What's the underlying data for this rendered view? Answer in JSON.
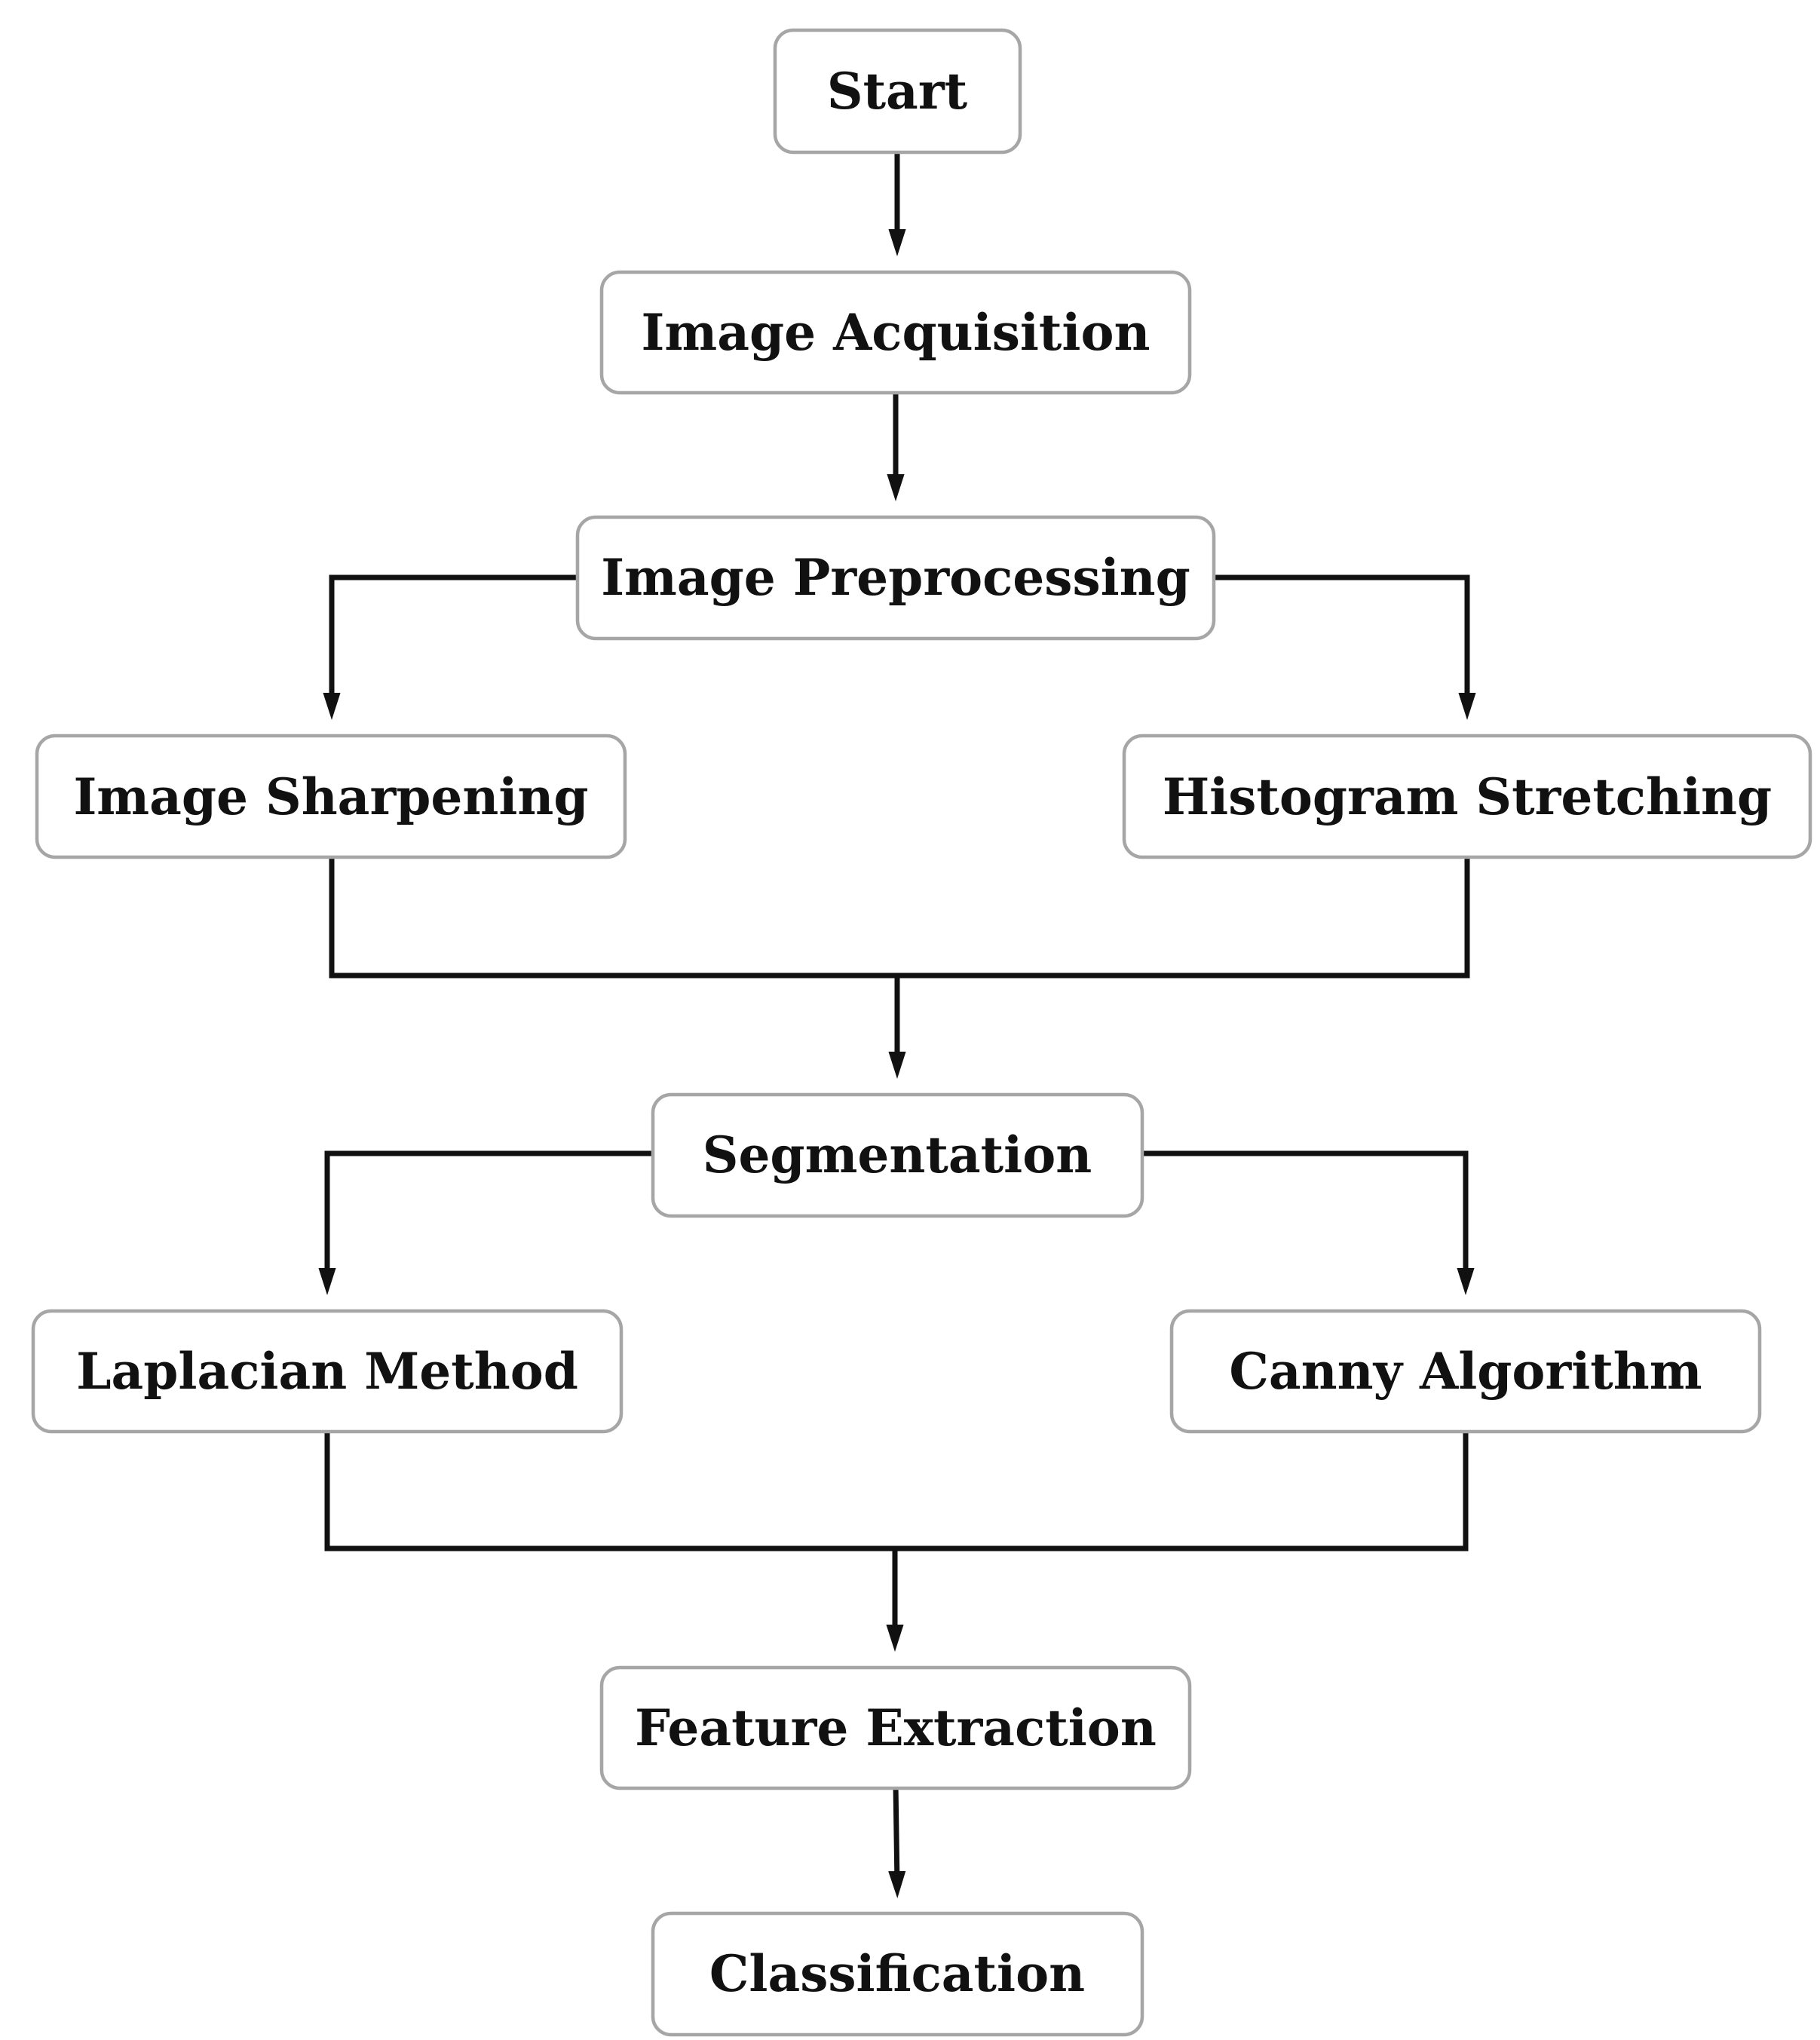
{
  "diagram": {
    "nodes": [
      {
        "id": "start",
        "label": "Start"
      },
      {
        "id": "image-acquisition",
        "label": "Image Acquisition"
      },
      {
        "id": "image-preprocessing",
        "label": "Image Preprocessing"
      },
      {
        "id": "image-sharpening",
        "label": "Image Sharpening"
      },
      {
        "id": "histogram-stretching",
        "label": "Histogram Stretching"
      },
      {
        "id": "segmentation",
        "label": "Segmentation"
      },
      {
        "id": "laplacian-method",
        "label": "Laplacian Method"
      },
      {
        "id": "canny-algorithm",
        "label": "Canny Algorithm"
      },
      {
        "id": "feature-extraction",
        "label": "Feature Extraction"
      },
      {
        "id": "classification",
        "label": "Classification"
      }
    ],
    "edges": [
      {
        "from": "start",
        "to": "image-acquisition"
      },
      {
        "from": "image-acquisition",
        "to": "image-preprocessing"
      },
      {
        "from": "image-preprocessing",
        "to": "image-sharpening"
      },
      {
        "from": "image-preprocessing",
        "to": "histogram-stretching"
      },
      {
        "from": "image-sharpening",
        "to": "segmentation"
      },
      {
        "from": "histogram-stretching",
        "to": "segmentation"
      },
      {
        "from": "segmentation",
        "to": "laplacian-method"
      },
      {
        "from": "segmentation",
        "to": "canny-algorithm"
      },
      {
        "from": "laplacian-method",
        "to": "feature-extraction"
      },
      {
        "from": "canny-algorithm",
        "to": "feature-extraction"
      },
      {
        "from": "feature-extraction",
        "to": "classification"
      }
    ],
    "colors": {
      "box_border": "#a6a6a6",
      "line": "#111111",
      "text": "#111111",
      "background": "#ffffff"
    }
  }
}
